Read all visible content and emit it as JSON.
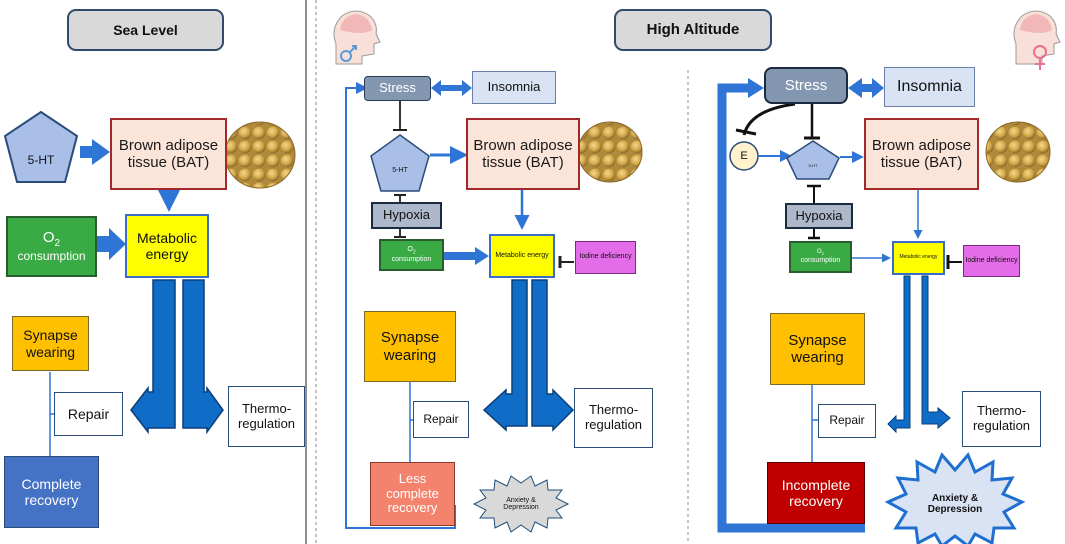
{
  "headers": {
    "sea_level": "Sea Level",
    "high_altitude": "High  Altitude"
  },
  "panel1": {
    "five_ht": "5-HT",
    "bat": "Brown adipose tissue (BAT)",
    "o2_main": "O",
    "o2_sub": "2",
    "o2_line2": "consumption",
    "metabolic": "Metabolic energy",
    "synapse": "Synapse wearing",
    "repair": "Repair",
    "thermo": "Thermo-regulation",
    "recovery": "Complete recovery"
  },
  "panel2": {
    "stress": "Stress",
    "insomnia": "Insomnia",
    "five_ht": "5-HT",
    "bat": "Brown adipose tissue (BAT)",
    "hypoxia": "Hypoxia",
    "o2_main": "O",
    "o2_sub": "2",
    "o2_line2": "consumption",
    "metabolic": "Metabolic energy",
    "iodine": "Iodine deficiency",
    "synapse": "Synapse wearing",
    "repair": "Repair",
    "thermo": "Thermo-regulation",
    "recovery": "Less complete recovery",
    "anxiety": "Anxiety & Depression"
  },
  "panel3": {
    "stress": "Stress",
    "insomnia": "Insomnia",
    "e": "E",
    "five_ht": "5-HT",
    "bat": "Brown adipose tissue (BAT)",
    "hypoxia": "Hypoxia",
    "o2_main": "O",
    "o2_sub": "2",
    "o2_line2": "consumption",
    "metabolic": "Metabolic energy",
    "iodine": "Iodine deficiency",
    "synapse": "Synapse wearing",
    "repair": "Repair",
    "thermo": "Thermo-regulation",
    "recovery": "Incomplete recovery",
    "anxiety": "Anxiety & Depression"
  },
  "colors": {
    "arrow_blue": "#2e75d6",
    "bat_fill": "#fbe4d8",
    "bat_border": "#a3282b",
    "metabolic": "#ffff00",
    "o2": "#3aaa45",
    "synapse": "#ffc000",
    "recovery_complete": "#4472c4",
    "recovery_less": "#f4836e",
    "recovery_incomplete": "#c00000",
    "five_ht": "#a9bfe8",
    "iodine": "#e36ce8"
  },
  "icons": [
    "fat-cells-icon",
    "male-head-icon",
    "female-head-icon",
    "male-symbol-icon",
    "female-symbol-icon"
  ]
}
